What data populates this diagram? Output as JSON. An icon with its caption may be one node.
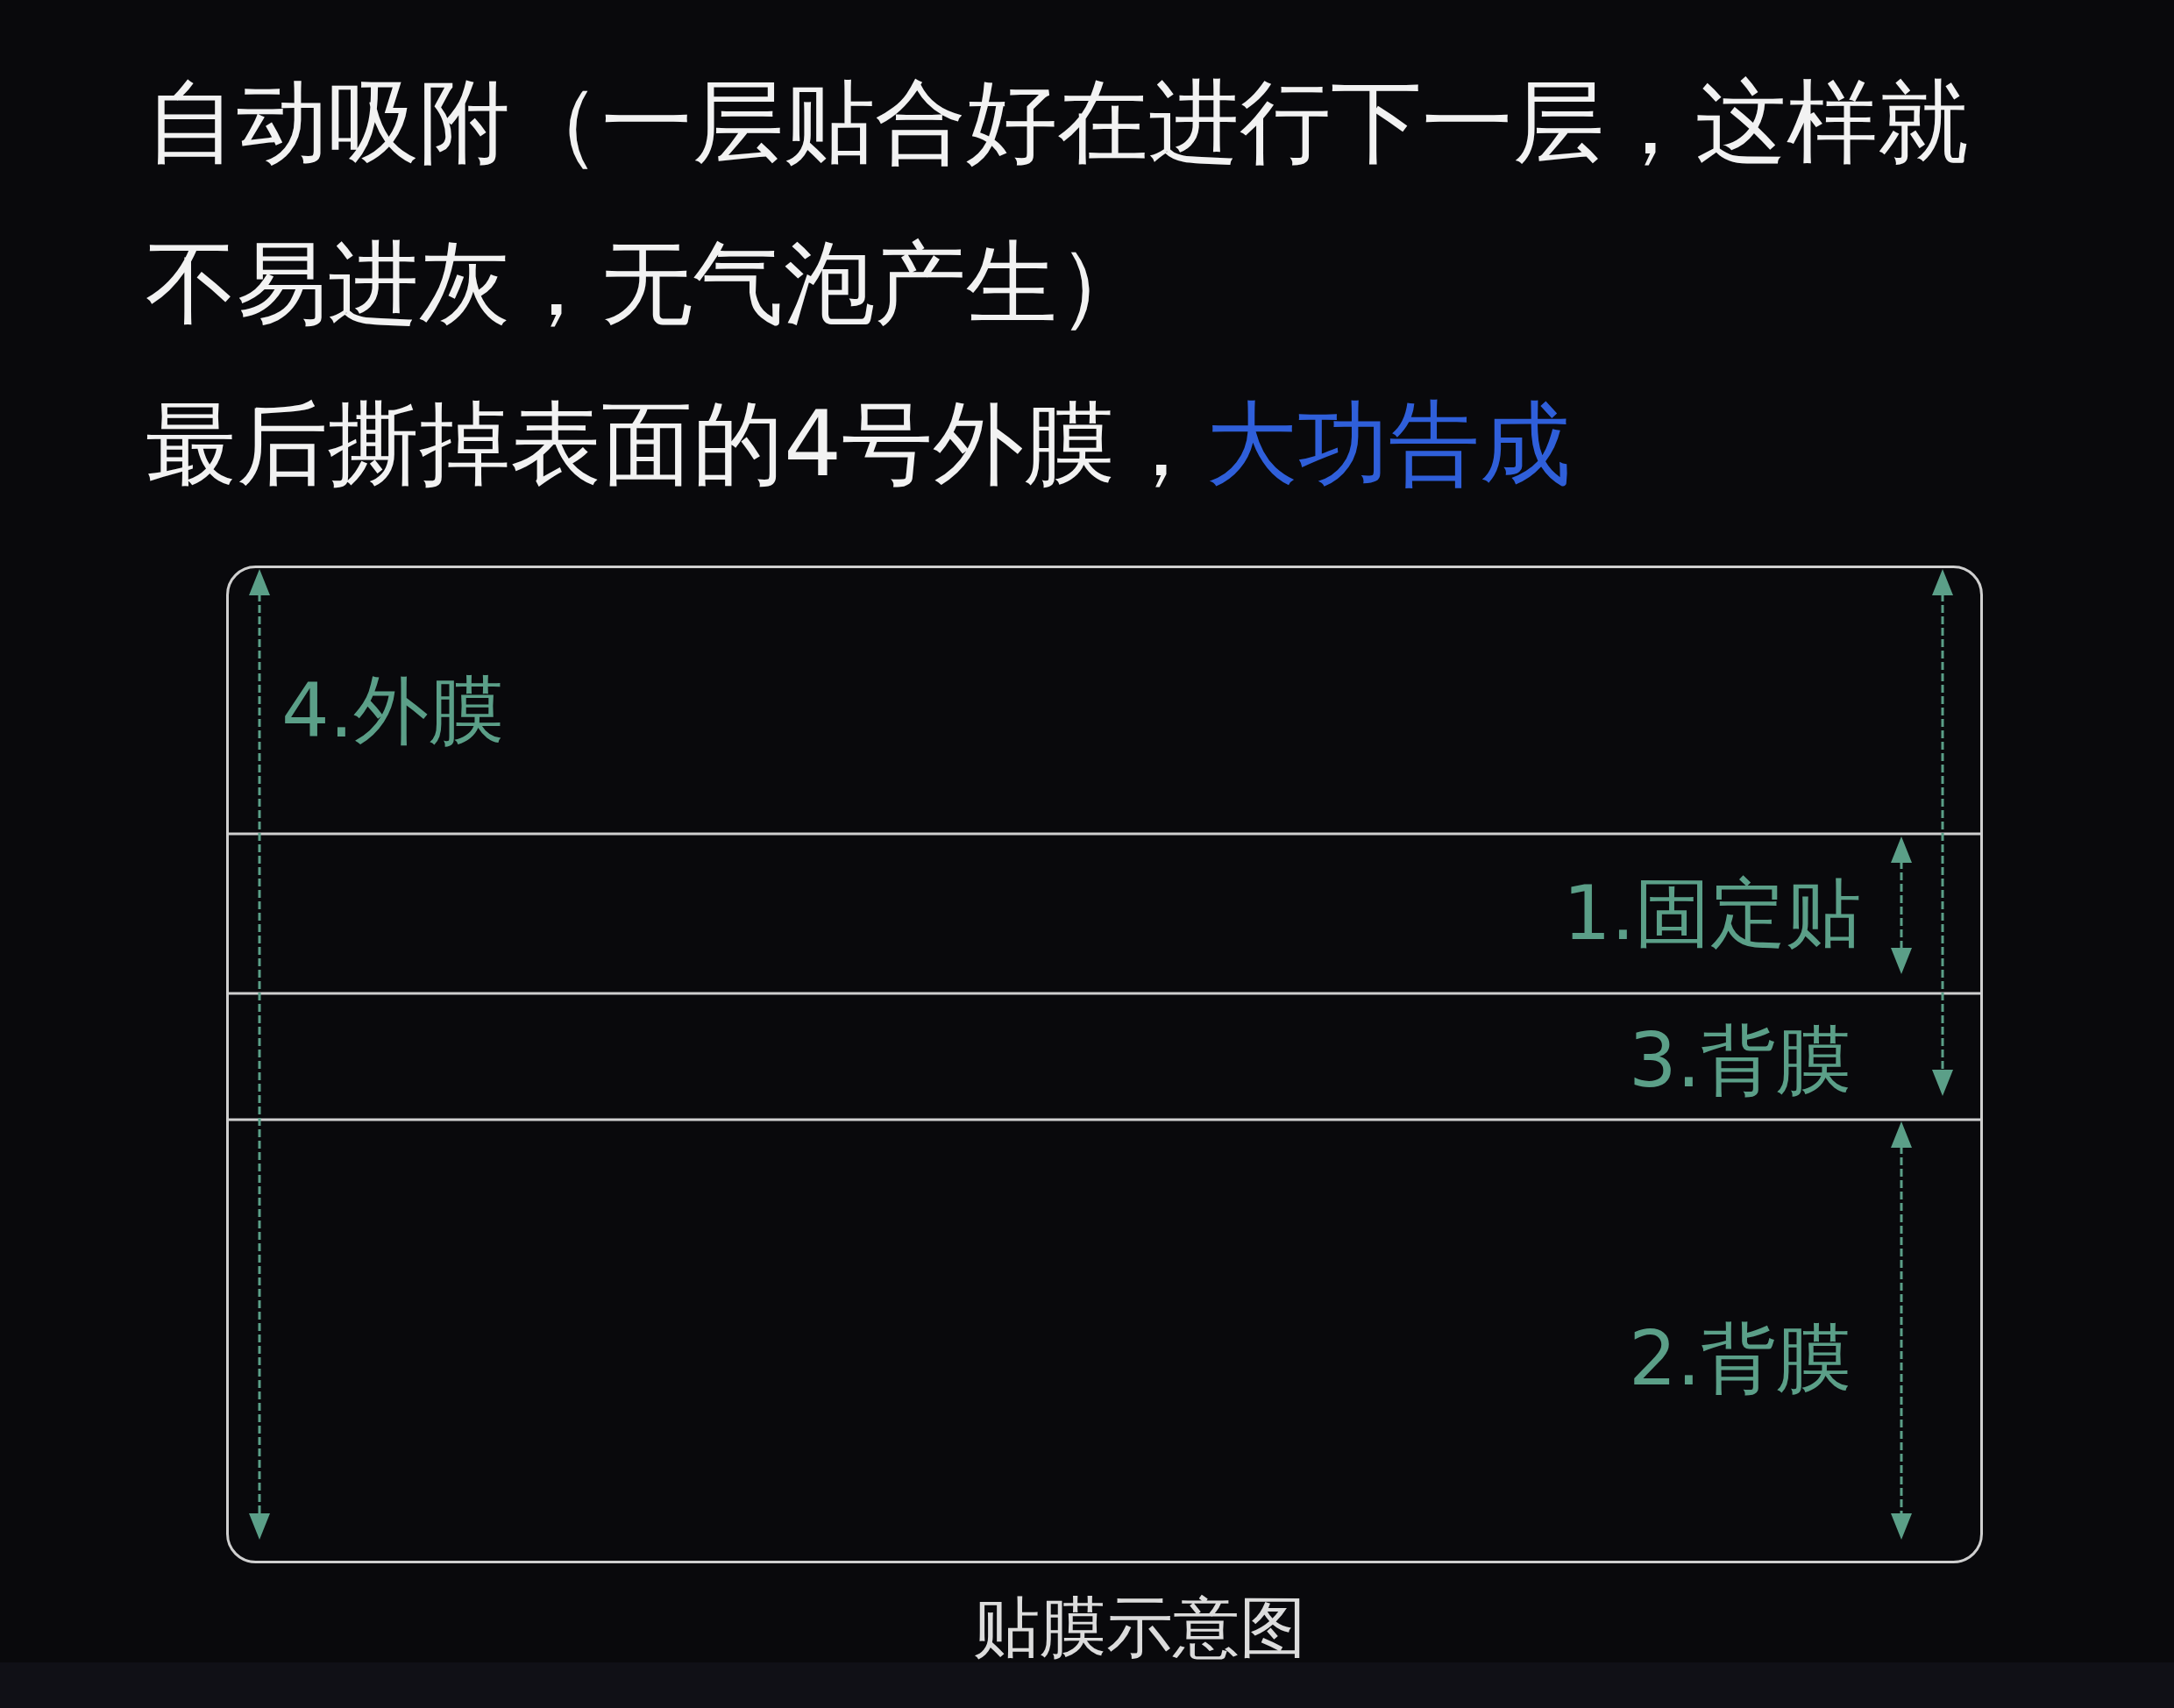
{
  "diagram": {
    "caption": "贴膜示意图",
    "labels": [
      "自动吸附（一层贴合好在进行下一层，这样就不易进灰，无气泡产生）",
      "最后撕掉表面的4号外膜，",
      "大功告成",
      "4.外膜",
      "1.固定贴",
      "3.背膜",
      "2.背膜"
    ]
  }
}
